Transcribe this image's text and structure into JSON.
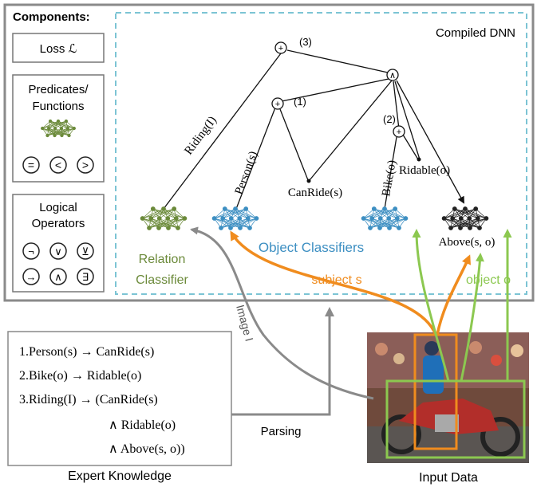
{
  "components": {
    "header": "Components:",
    "loss": "Loss ℒ",
    "predicates_line1": "Predicates/",
    "predicates_line2": "Functions",
    "predicate_ops": [
      "=",
      "<",
      ">"
    ],
    "logical_line1": "Logical",
    "logical_line2": "Operators",
    "logical_ops": [
      "¬",
      "∨",
      "⊻",
      "→",
      "∧",
      "∃"
    ]
  },
  "dnn": {
    "title": "Compiled DNN",
    "root_op": "+",
    "root_label": "(3)",
    "and_op": "∧",
    "node1_op": "+",
    "node1_label": "(1)",
    "node2_op": "+",
    "node2_label": "(2)",
    "edge_riding": "Riding(I)",
    "edge_person": "Person(s)",
    "edge_bike": "Bike(o)",
    "canride": "CanRide(s)",
    "ridable": "Ridable(o)",
    "above": "Above(s, o)",
    "relation_line1": "Relation",
    "relation_line2": "Classifier",
    "object_classifiers": "Object Classifiers",
    "subject": "subject s",
    "object": "object o",
    "image": "Image I"
  },
  "knowledge": {
    "rule1": "1.Person(s) → CanRide(s)",
    "rule2": "2.Bike(o) → Ridable(o)",
    "rule3": "3.Riding(I) → (CanRide(s)",
    "rule3b": "∧ Ridable(o)",
    "rule3c": "∧ Above(s, o))",
    "caption": "Expert Knowledge",
    "parsing": "Parsing"
  },
  "input": {
    "caption": "Input Data"
  },
  "colors": {
    "relation": "#6b8a3a",
    "object": "#3d8fc2",
    "subject": "#f08c1e",
    "objecto": "#8cc850",
    "image_arrow": "#8a8a8a",
    "dnn_border": "#7cc4d4"
  }
}
